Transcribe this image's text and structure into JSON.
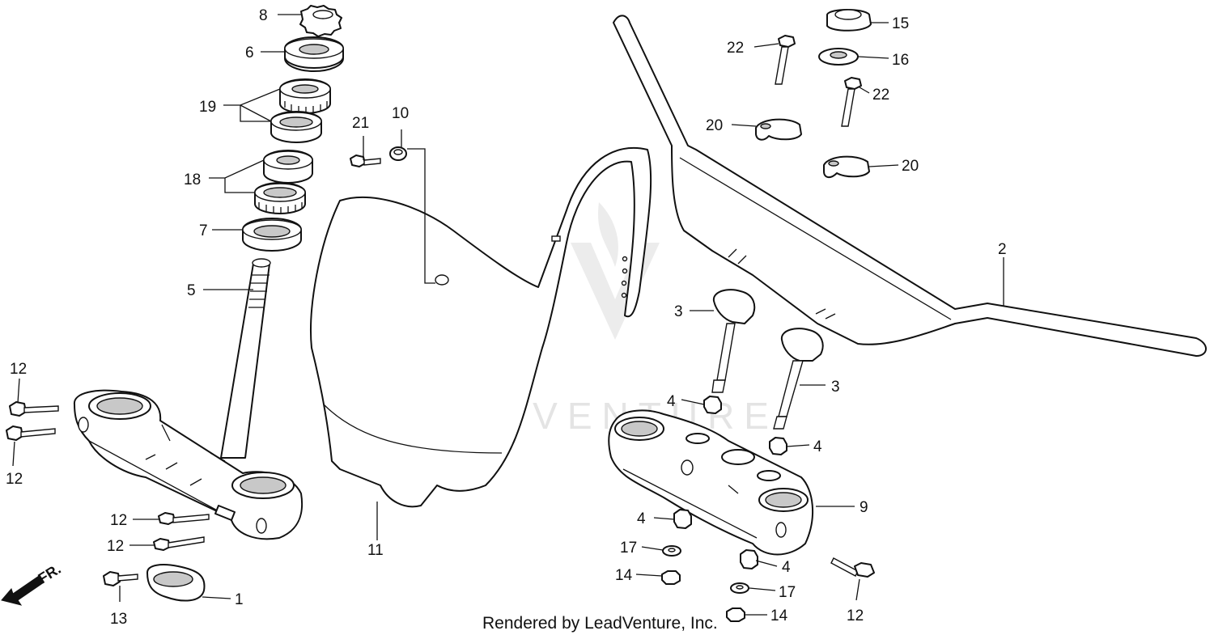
{
  "watermark": {
    "text": "LEADVENTURE"
  },
  "credit": {
    "text": "Rendered by LeadVenture, Inc."
  },
  "direction": {
    "label": "FR."
  },
  "callouts": {
    "c1": "1",
    "c2": "2",
    "c3a": "3",
    "c3b": "3",
    "c4a": "4",
    "c4b": "4",
    "c4c": "4",
    "c4d": "4",
    "c5": "5",
    "c6": "6",
    "c7": "7",
    "c8": "8",
    "c9": "9",
    "c10": "10",
    "c11": "11",
    "c12a": "12",
    "c12b": "12",
    "c12c": "12",
    "c12d": "12",
    "c12e": "12",
    "c13": "13",
    "c14a": "14",
    "c14b": "14",
    "c15": "15",
    "c16": "16",
    "c17a": "17",
    "c17b": "17",
    "c18": "18",
    "c19": "19",
    "c20a": "20",
    "c20b": "20",
    "c21": "21",
    "c22a": "22",
    "c22b": "22"
  }
}
